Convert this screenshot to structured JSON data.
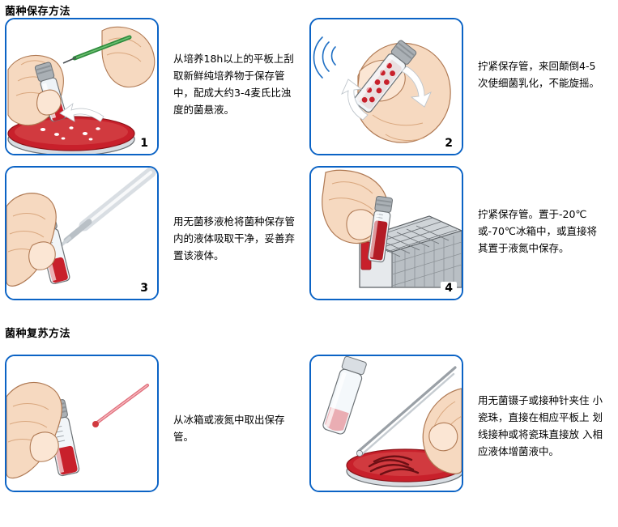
{
  "sections": [
    {
      "id": "preserve",
      "title": "菌种保存方法"
    },
    {
      "id": "revive",
      "title": "菌种复苏方法"
    }
  ],
  "steps": [
    {
      "number": "1",
      "caption": "从培养18h以上的平板上刮取新鲜纯培养物于保存管中，配成大约3-4麦氏比浊度的菌悬液。",
      "illustration": "hand-holding-petri-dish-with-loop-and-cryotube"
    },
    {
      "number": "2",
      "caption": "拧紧保存管，来回颠倒4-5次使细菌乳化，不能旋摇。",
      "illustration": "hand-inverting-cryotube-with-beads"
    },
    {
      "number": "3",
      "caption": "用无菌移液枪将菌种保存管内的液体吸取干净，妥善弃置该液体。",
      "illustration": "hand-with-pipette-removing-liquid-from-cryotube"
    },
    {
      "number": "4",
      "caption": "拧紧保存管。置于-20℃或-70℃冰箱中，或直接将其置于液氮中保存。",
      "illustration": "hand-placing-cryotube-into-freezer-rack"
    },
    {
      "number": "",
      "caption": "从冰箱或液氮中取出保存管。",
      "illustration": "hand-holding-cryotube-with-applicator"
    },
    {
      "number": "",
      "caption": "用无菌镊子或接种针夹住 小瓷珠，直接在相应平板上 划线接种或将瓷珠直接放 入相应液体增菌液中。",
      "illustration": "forceps-transferring-bead-to-streaked-agar-plate"
    }
  ],
  "colors": {
    "panel_border": "#0b63c5",
    "agar_red": "#c4202a",
    "tube_cap": "#9aa0a6",
    "skin": "#f6d9c0",
    "arrow_white": "#ffffff"
  }
}
